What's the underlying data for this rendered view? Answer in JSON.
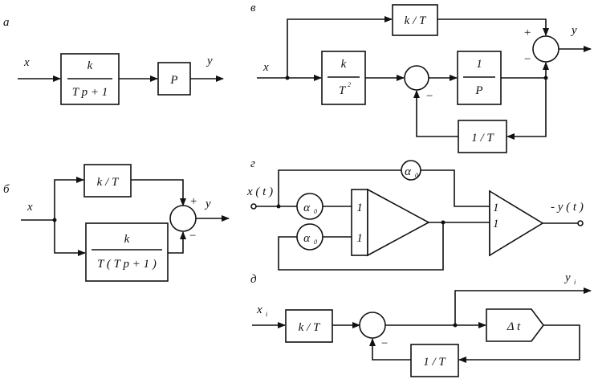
{
  "panels": {
    "a": {
      "label": "а",
      "x": "x",
      "y": "y",
      "block1": {
        "num": "k",
        "den": "T p + 1"
      },
      "block2": "P"
    },
    "b": {
      "label": "б",
      "x": "x",
      "y": "y",
      "block_top": "k / T",
      "block_bottom": {
        "num": "k",
        "den": "T ( T p + 1 )"
      },
      "sign_plus": "+",
      "sign_minus": "−"
    },
    "v": {
      "label": "в",
      "x": "x",
      "y": "y",
      "block_top": "k / T",
      "block_left": {
        "num": "k",
        "den": "T",
        "sup": "2"
      },
      "block_mid": {
        "num": "1",
        "den": "P"
      },
      "block_fb": "1 / T",
      "sign_plus": "+",
      "sign_minus": "−",
      "sign_minus2": "−"
    },
    "g": {
      "label": "г",
      "x": "x ( t )",
      "y": "- y ( t )",
      "coef": "α",
      "coef_sub": "0",
      "in1": "1",
      "in2": "1",
      "in3": "1",
      "in4": "1"
    },
    "d": {
      "label": "д",
      "x": "x",
      "x_sub": "i",
      "y": "y",
      "y_sub": "i",
      "block_gain": "k / T",
      "block_delay": "Δ t",
      "block_fb": "1 / T",
      "sign_minus": "−"
    }
  }
}
